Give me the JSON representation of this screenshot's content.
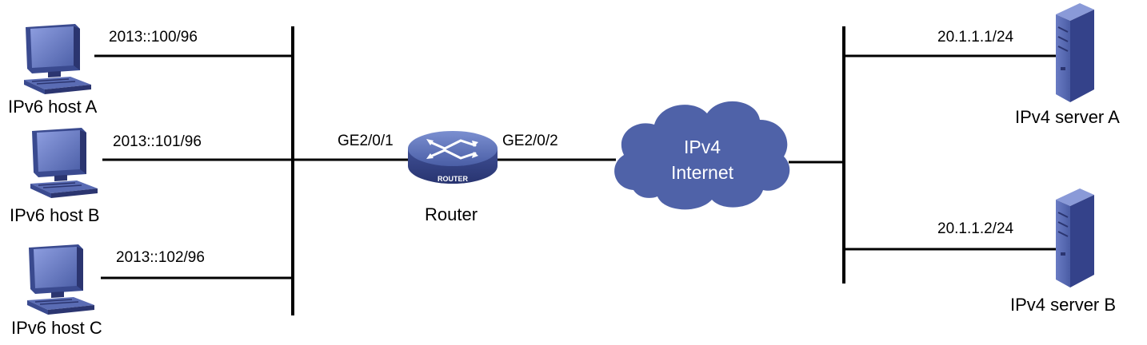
{
  "hosts": [
    {
      "name": "IPv6 host A",
      "address": "2013::100/96"
    },
    {
      "name": "IPv6 host B",
      "address": "2013::101/96"
    },
    {
      "name": "IPv6 host C",
      "address": "2013::102/96"
    }
  ],
  "router": {
    "name": "Router",
    "badge": "ROUTER",
    "interface_left": "GE2/0/1",
    "interface_right": "GE2/0/2"
  },
  "cloud": {
    "line1": "IPv4",
    "line2": "Internet"
  },
  "servers": [
    {
      "name": "IPv4 server A",
      "address": "20.1.1.1/24"
    },
    {
      "name": "IPv4 server B",
      "address": "20.1.1.2/24"
    }
  ],
  "colors": {
    "device_blue": "#4f62a8",
    "device_dark": "#2b3570",
    "cloud": "#4f62a8"
  }
}
